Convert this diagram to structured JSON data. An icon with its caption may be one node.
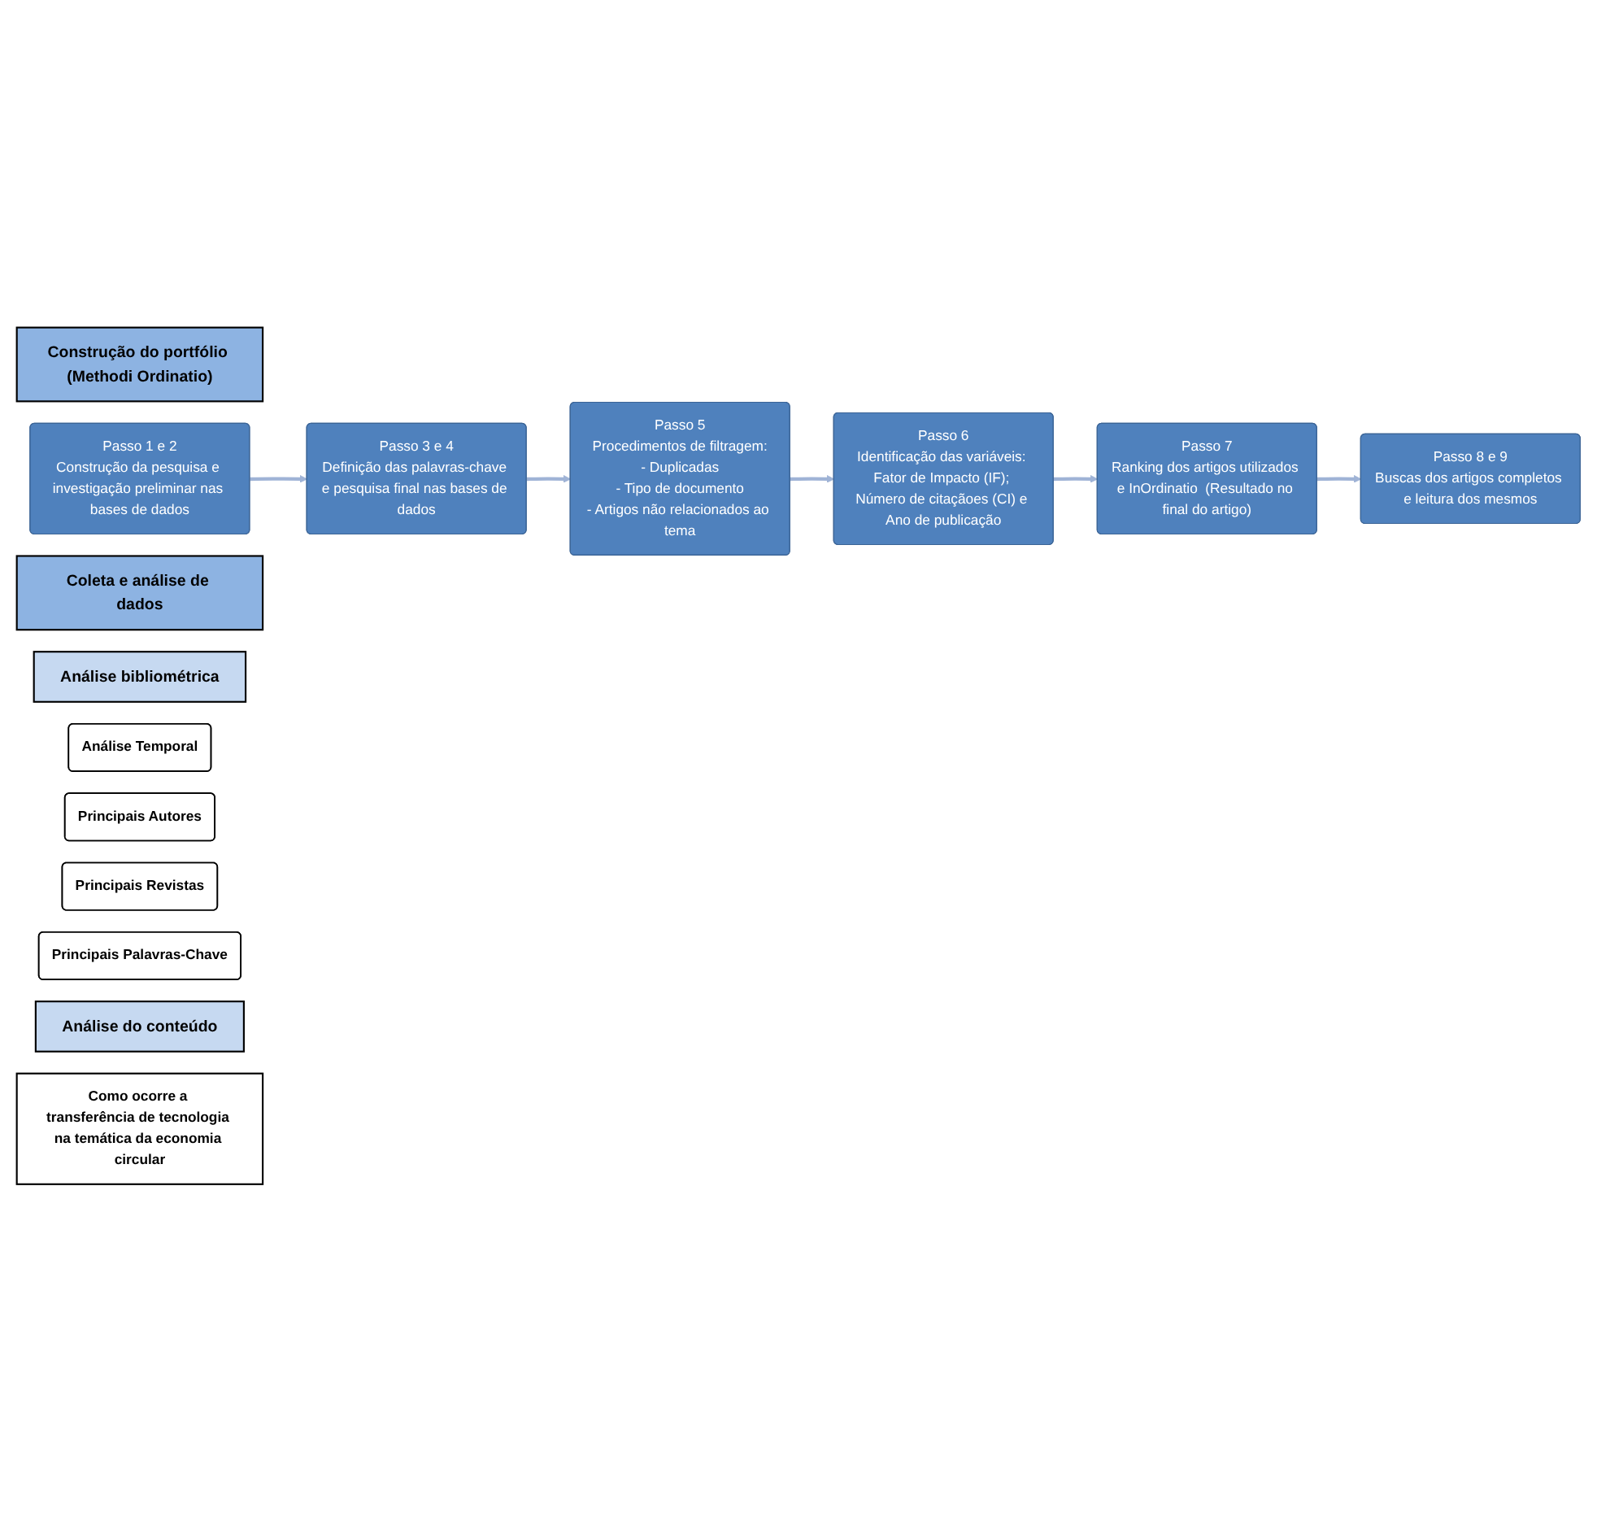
{
  "diagram": {
    "nodes": [
      {
        "text": [
          "Construção do portfólio (Methodi Ordinatio)"
        ]
      },
      {
        "text": [
          "Passo 1 e 2",
          "Construção da pesquisa e investigação preliminar nas bases de dados"
        ]
      },
      {
        "text": [
          "Passo 3 e 4",
          "Definição das palavras-chave e pesquisa final nas bases de dados"
        ]
      },
      {
        "text": [
          "Passo 5",
          "Procedimentos de filtragem:",
          "- Duplicadas",
          "- Tipo de documento",
          "- Artigos não relacionados ao tema"
        ]
      },
      {
        "text": [
          "Passo 6",
          "Identificação das variáveis: Fator de Impacto (IF); Número de citaçãoes (CI) e Ano de publicação"
        ]
      },
      {
        "text": [
          "Passo 7",
          "Ranking dos artigos utilizados e InOrdinatio  (Resultado no final do artigo)"
        ]
      },
      {
        "text": [
          "Passo 8 e 9",
          "Buscas dos artigos completos e leitura dos mesmos"
        ]
      },
      {
        "text": [
          "Coleta e análise de dados"
        ]
      },
      {
        "text": [
          "Análise bibliométrica"
        ]
      },
      {
        "text": [
          "Análise Temporal"
        ]
      },
      {
        "text": [
          "Principais Autores"
        ]
      },
      {
        "text": [
          "Principais Revistas"
        ]
      },
      {
        "text": [
          "Principais Palavras-Chave"
        ]
      },
      {
        "text": [
          "Análise do conteúdo"
        ]
      },
      {
        "text": [
          "Como ocorre a transferência de tecnologia na temática da economia circular"
        ]
      }
    ],
    "edges": [
      {
        "from": 1,
        "to": 2,
        "arrow": "to"
      },
      {
        "from": 2,
        "to": 3,
        "arrow": "to"
      },
      {
        "from": 3,
        "to": 4,
        "arrow": "to"
      },
      {
        "from": 4,
        "to": 5,
        "arrow": "to"
      },
      {
        "from": 5,
        "to": 6,
        "arrow": "to"
      }
    ]
  }
}
